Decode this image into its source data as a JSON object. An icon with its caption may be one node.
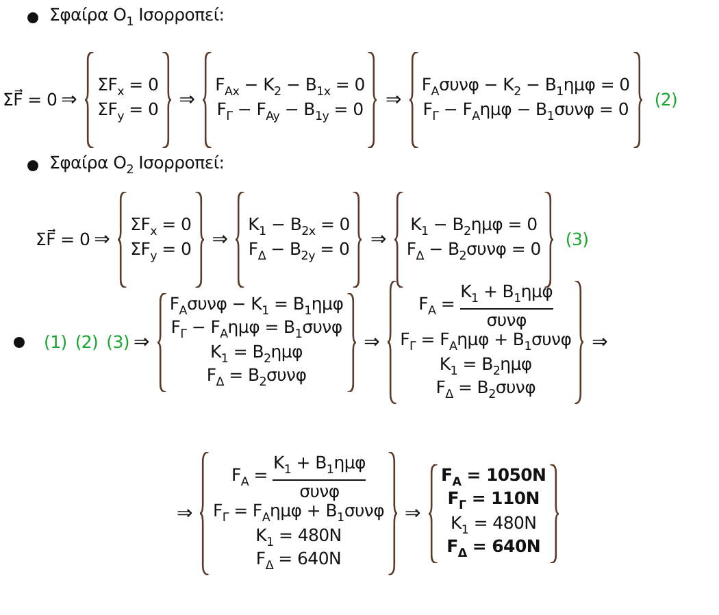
{
  "diagram": {
    "labels": [
      "Σφαίρα O$_{1}$ Ισορροπεί:",
      "ΣF⃗ = 0",
      "⇒",
      "ΣF$_{x}$ = 0",
      "ΣF$_{y}$ = 0",
      "⇒",
      "F$_{Ax}$ − K$_{2}$ − B$_{1x}$ = 0",
      "F$_{Γ}$ − F$_{Ay}$ − B$_{1y}$ = 0",
      "⇒",
      "F$_{A}$συνφ − K$_{2}$ − B$_{1}$ημφ = 0",
      "F$_{Γ}$ − F$_{A}$ημφ − B$_{1}$συνφ = 0",
      "(2)",
      "Σφαίρα O$_{2}$ Ισορροπεί:",
      "ΣF⃗ = 0",
      "⇒",
      "ΣF$_{x}$ = 0",
      "ΣF$_{y}$ = 0",
      "⇒",
      "K$_{1}$ − B$_{2x}$ = 0",
      "F$_{Δ}$ − B$_{2y}$ = 0",
      "⇒",
      "K$_{1}$ − B$_{2}$ημφ = 0",
      "F$_{Δ}$ − B$_{2}$συνφ = 0",
      "(3)",
      "(1)",
      "(2)",
      "(3)",
      "⇒",
      "F$_{A}$συνφ − K$_{1}$ = B$_{1}$ημφ",
      "F$_{Γ}$ − F$_{A}$ημφ = B$_{1}$συνφ",
      "K$_{1}$ = B$_{2}$ημφ",
      "F$_{Δ}$ = B$_{2}$συνφ",
      "⇒",
      "F$_{A}$ =",
      "K$_{1}$ + B$_{1}$ημφ",
      "συνφ",
      "F$_{Γ}$ = F$_{A}$ημφ + B$_{1}$συνφ",
      "K$_{1}$ = B$_{2}$ημφ",
      "F$_{Δ}$ = B$_{2}$συνφ",
      "⇒",
      "⇒",
      "F$_{A}$ =",
      "K$_{1}$ + B$_{1}$ημφ",
      "συνφ",
      "F$_{Γ}$ = F$_{A}$ημφ + B$_{1}$συνφ",
      "K$_{1}$ = 480N",
      "F$_{Δ}$ = 640N",
      "⇒",
      "F$_{A}$ = 1050N",
      "F$_{Γ}$ = 110N",
      "K$_{1}$ = 480N",
      "F$_{Δ}$ = 640N"
    ]
  }
}
